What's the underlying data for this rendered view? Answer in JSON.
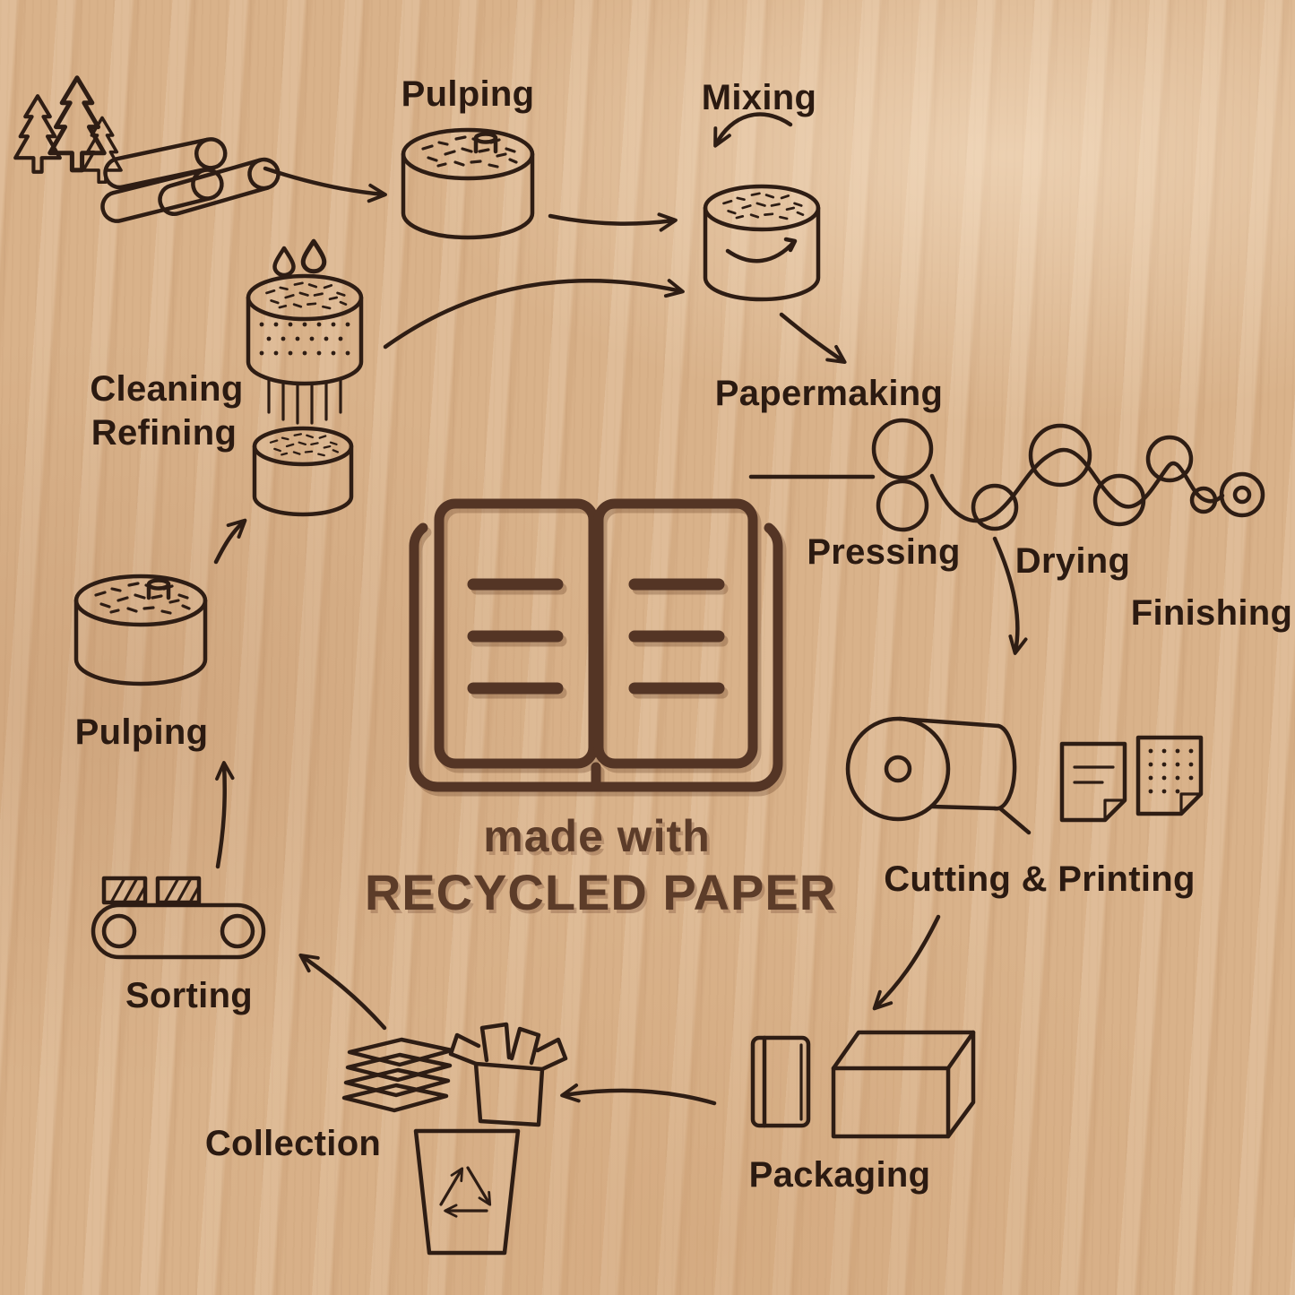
{
  "diagram": {
    "center": {
      "line1": "made with",
      "line2": "RECYCLED PAPER"
    },
    "stages": {
      "pulping_top": "Pulping",
      "mixing": "Mixing",
      "papermaking": "Papermaking",
      "cleaning": "Cleaning",
      "refining": "Refining",
      "pressing": "Pressing",
      "drying": "Drying",
      "finishing": "Finishing",
      "cutting_printing": "Cutting & Printing",
      "packaging": "Packaging",
      "collection": "Collection",
      "sorting": "Sorting",
      "pulping_recycled": "Pulping"
    },
    "colors": {
      "background_wood": "#d9b28a",
      "line_ink": "#2e1d14",
      "center_brown": "#5c3c29"
    },
    "icons": [
      "pine-trees-icon",
      "logs-icon",
      "pulping-vat-icon",
      "mixing-vat-icon",
      "water-drops-icon",
      "cleaning-refining-screen-icon",
      "refined-pulp-vat-icon",
      "papermaking-rollers-icon",
      "paper-roll-icon",
      "printed-sheets-icon",
      "notebook-icon",
      "shipping-box-icon",
      "collection-box-icon",
      "paper-stack-icon",
      "recycle-bin-icon",
      "sorting-conveyor-icon",
      "recycled-pulping-vat-icon",
      "open-book-icon",
      "flow-arrow-icon"
    ]
  }
}
